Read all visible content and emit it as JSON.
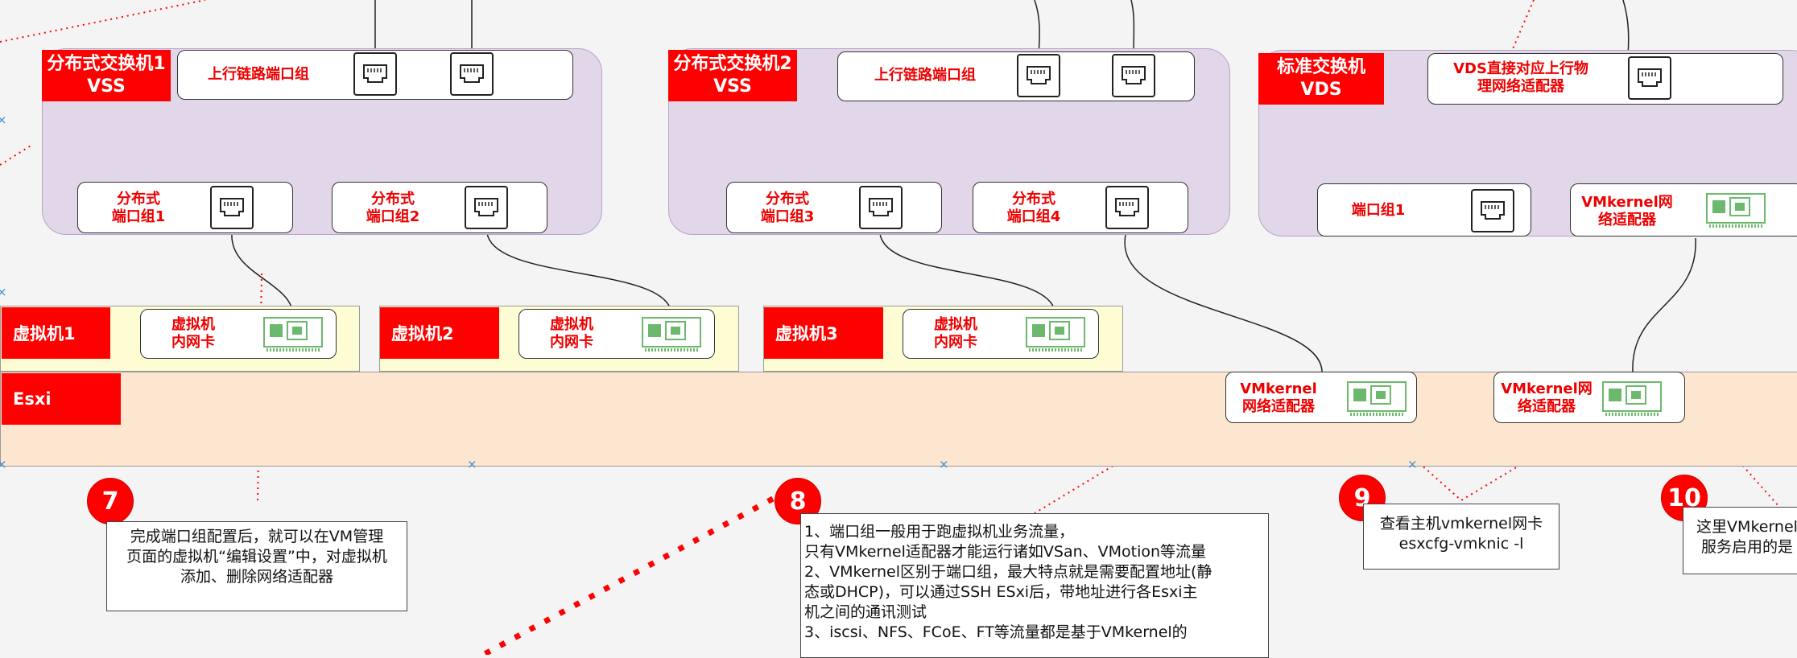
{
  "switches": {
    "s1": {
      "label": "分布式交换机1\nVSS",
      "uplink": "上行链路端口组",
      "pg1": "分布式\n端口组1",
      "pg2": "分布式\n端口组2"
    },
    "s2": {
      "label": "分布式交换机2\nVSS",
      "uplink": "上行链路端口组",
      "pg3": "分布式\n端口组3",
      "pg4": "分布式\n端口组4"
    },
    "s3": {
      "label": "标准交换机\nVDS",
      "uplink": "VDS直接对应上行物\n理网络适配器",
      "pg1": "端口组1",
      "vmk": "VMkernel网\n络适配器"
    }
  },
  "vms": [
    {
      "label": "虚拟机1",
      "nic": "虚拟机\n内网卡"
    },
    {
      "label": "虚拟机2",
      "nic": "虚拟机\n内网卡"
    },
    {
      "label": "虚拟机3",
      "nic": "虚拟机\n内网卡"
    }
  ],
  "esxi": {
    "label": "Esxi",
    "vmk1": "VMkernel\n网络适配器",
    "vmk2": "VMkernel网\n络适配器"
  },
  "notes": [
    {
      "num": "7",
      "text": "完成端口组配置后，就可以在VM管理\n页面的虚拟机“编辑设置”中，对虚拟机\n添加、删除网络适配器"
    },
    {
      "num": "8",
      "text": "1、端口组一般用于跑虚拟机业务流量，\n只有VMkernel适配器才能运行诸如VSan、VMotion等流量\n2、VMkernel区别于端口组，最大特点就是需要配置地址(静\n态或DHCP)，可以通过SSH ESxi后，带地址进行各Esxi主\n机之间的通讯测试\n3、iscsi、NFS、FCoE、FT等流量都是基于VMkernel的"
    },
    {
      "num": "9",
      "text": "查看主机vmkernel网卡\nesxcfg-vmknic -l"
    },
    {
      "num": "10",
      "text": "这里VMkernel\n服务启用的是"
    }
  ],
  "colors": {
    "accent_red": "#ff0000",
    "switch_region": "#e2d6e9",
    "vm_lane": "#fefcd3",
    "esxi_lane": "#fde6cf",
    "nic_green": "#6cb86c"
  },
  "icons": [
    "rj45-port-icon",
    "network-card-icon"
  ]
}
